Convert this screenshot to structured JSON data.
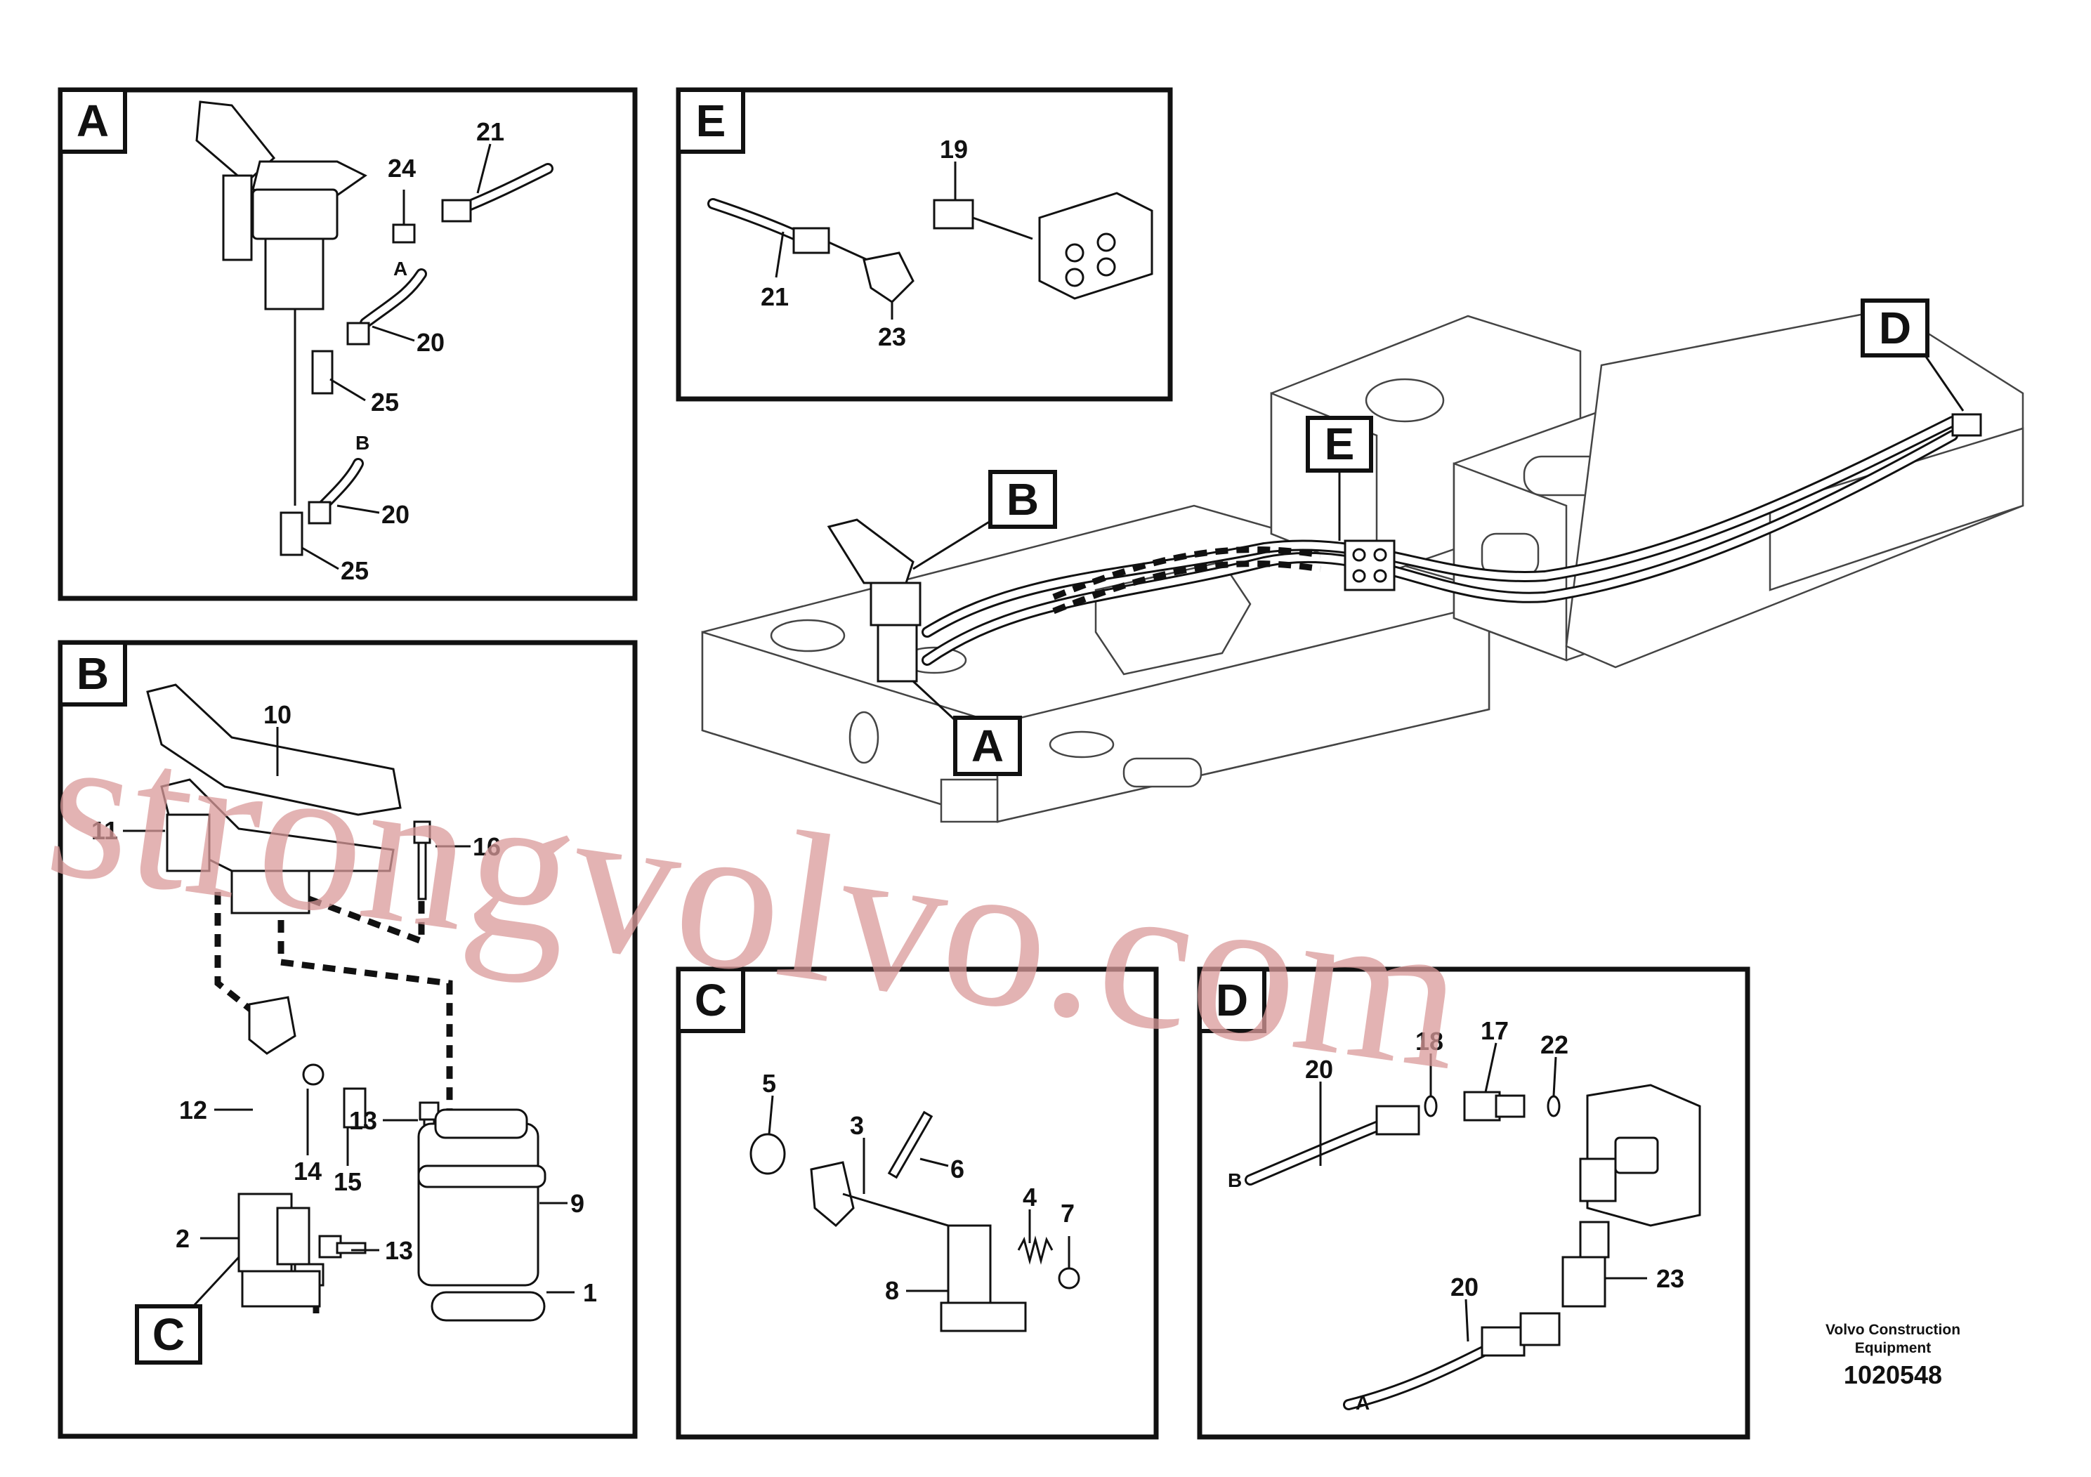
{
  "panels": {
    "A": {
      "tag": "A",
      "callouts": [
        "21",
        "24",
        "20",
        "25",
        "20",
        "25"
      ],
      "port_labels": [
        "A",
        "B"
      ]
    },
    "B": {
      "tag": "B",
      "callouts": [
        "10",
        "11",
        "16",
        "13",
        "12",
        "14",
        "15",
        "9",
        "2",
        "13",
        "1"
      ],
      "sub_tag": "C"
    },
    "C": {
      "tag": "C",
      "callouts": [
        "5",
        "3",
        "6",
        "4",
        "7",
        "8"
      ]
    },
    "D": {
      "tag": "D",
      "callouts": [
        "20",
        "18",
        "17",
        "22",
        "20",
        "23"
      ],
      "port_labels": [
        "B",
        "A"
      ]
    },
    "E": {
      "tag": "E",
      "callouts": [
        "19",
        "21",
        "23"
      ]
    }
  },
  "overview": {
    "tags": [
      "B",
      "E",
      "D",
      "A"
    ]
  },
  "footer": {
    "company": "Volvo Construction Equipment",
    "company_line1": "Volvo Construction",
    "company_line2": "Equipment",
    "document_number": "1020548"
  },
  "watermark": "strongvolvo.com"
}
